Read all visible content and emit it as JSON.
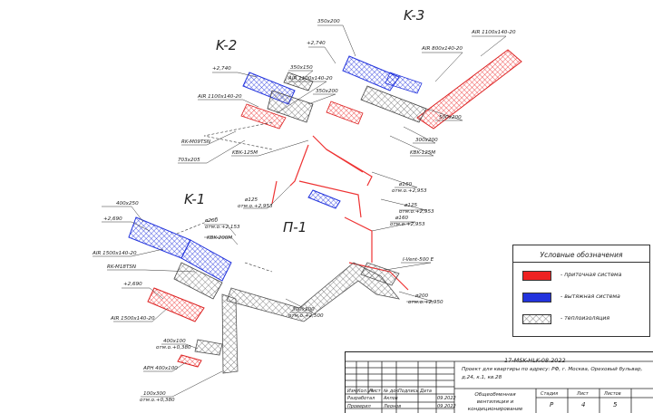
{
  "diagram": {
    "units": {
      "k1": {
        "label": "K-1"
      },
      "k2": {
        "label": "K-2"
      },
      "k3": {
        "label": "K-3"
      },
      "p1": {
        "label": "П-1"
      }
    },
    "annotations": {
      "k3_size1": "350x200",
      "k3_air1": "AIR 1100x140-20",
      "k3_air2": "AIR 800x140-20",
      "k3_lvl": "+2,740",
      "k2_lvl": "+2,740",
      "k2_size1": "350x150",
      "k2_air": "AIR 1100x140-20",
      "k2_air_b": "AIR 1100x140-20",
      "k2_size2": "350x200",
      "k3_size2": "500x200",
      "k3_size3": "300x200",
      "k2_rk": "RK-M09TSN",
      "k2_size3": "703x205",
      "k2_kvk": "KBK-125M",
      "k3_kvk": "KBK-125M",
      "d125a": "ø125",
      "d125a_lvl": "отм.о.+2,953",
      "d160a": "ø160",
      "d160a_lvl": "отм.о.+2,953",
      "d125b": "ø125",
      "d125b_lvl": "отм.о.+2,953",
      "d160b": "ø160",
      "d160b_lvl": "отм.о.+2,953",
      "k1_size1": "400x250",
      "k1_lvl1": "+2,690",
      "k1_air1": "AIR 1500x140-20",
      "k1_rk": "RK-M18TSN",
      "k1_lvl2": "+2,690",
      "k1_air2": "AIR 1500x140-20",
      "d200": "ø200",
      "d200_lvl": "отм.о.+2,153",
      "kvk200": "KBK-200M",
      "ivent": "I-Vent-500 E",
      "d200b": "ø200",
      "d200b_lvl": "отм.о.+2,950",
      "size300": "300x100",
      "size300_lvl": "отм.о.+2,500",
      "size400": "400x100",
      "size400_lvl": "отм.о.+0,380",
      "aph": "APH 400x100",
      "size100": "100x300",
      "size100_lvl": "отм.о.+0,380"
    }
  },
  "legend": {
    "title": "Условные обозначения",
    "items": [
      {
        "color": "#ee2222",
        "label": "- приточная система"
      },
      {
        "color": "#2233dd",
        "label": "- вытяжная система"
      },
      {
        "color": "hatch",
        "label": "- теплоизоляция"
      }
    ]
  },
  "title_block": {
    "code": "17-MSK-HLK-08.2022",
    "project": "Проект для квартиры по адресу: РФ, г. Москва, Ореховый бульвар, д.24, к.1, кв.28",
    "header_cells": [
      "Изм",
      "Кол.уч",
      "Лист",
      "№ док",
      "Подпись",
      "Дата"
    ],
    "rows": [
      {
        "role": "Разработал",
        "name": "Акпов",
        "date": "09.2022"
      },
      {
        "role": "Проверил",
        "name": "Леонов",
        "date": "09.2022"
      }
    ],
    "description": "Общеобменная вентиляция и кондиционирование",
    "col_headers": [
      "Стадия",
      "Лист",
      "Листов"
    ],
    "col_values": [
      "Р",
      "4",
      "5"
    ]
  }
}
